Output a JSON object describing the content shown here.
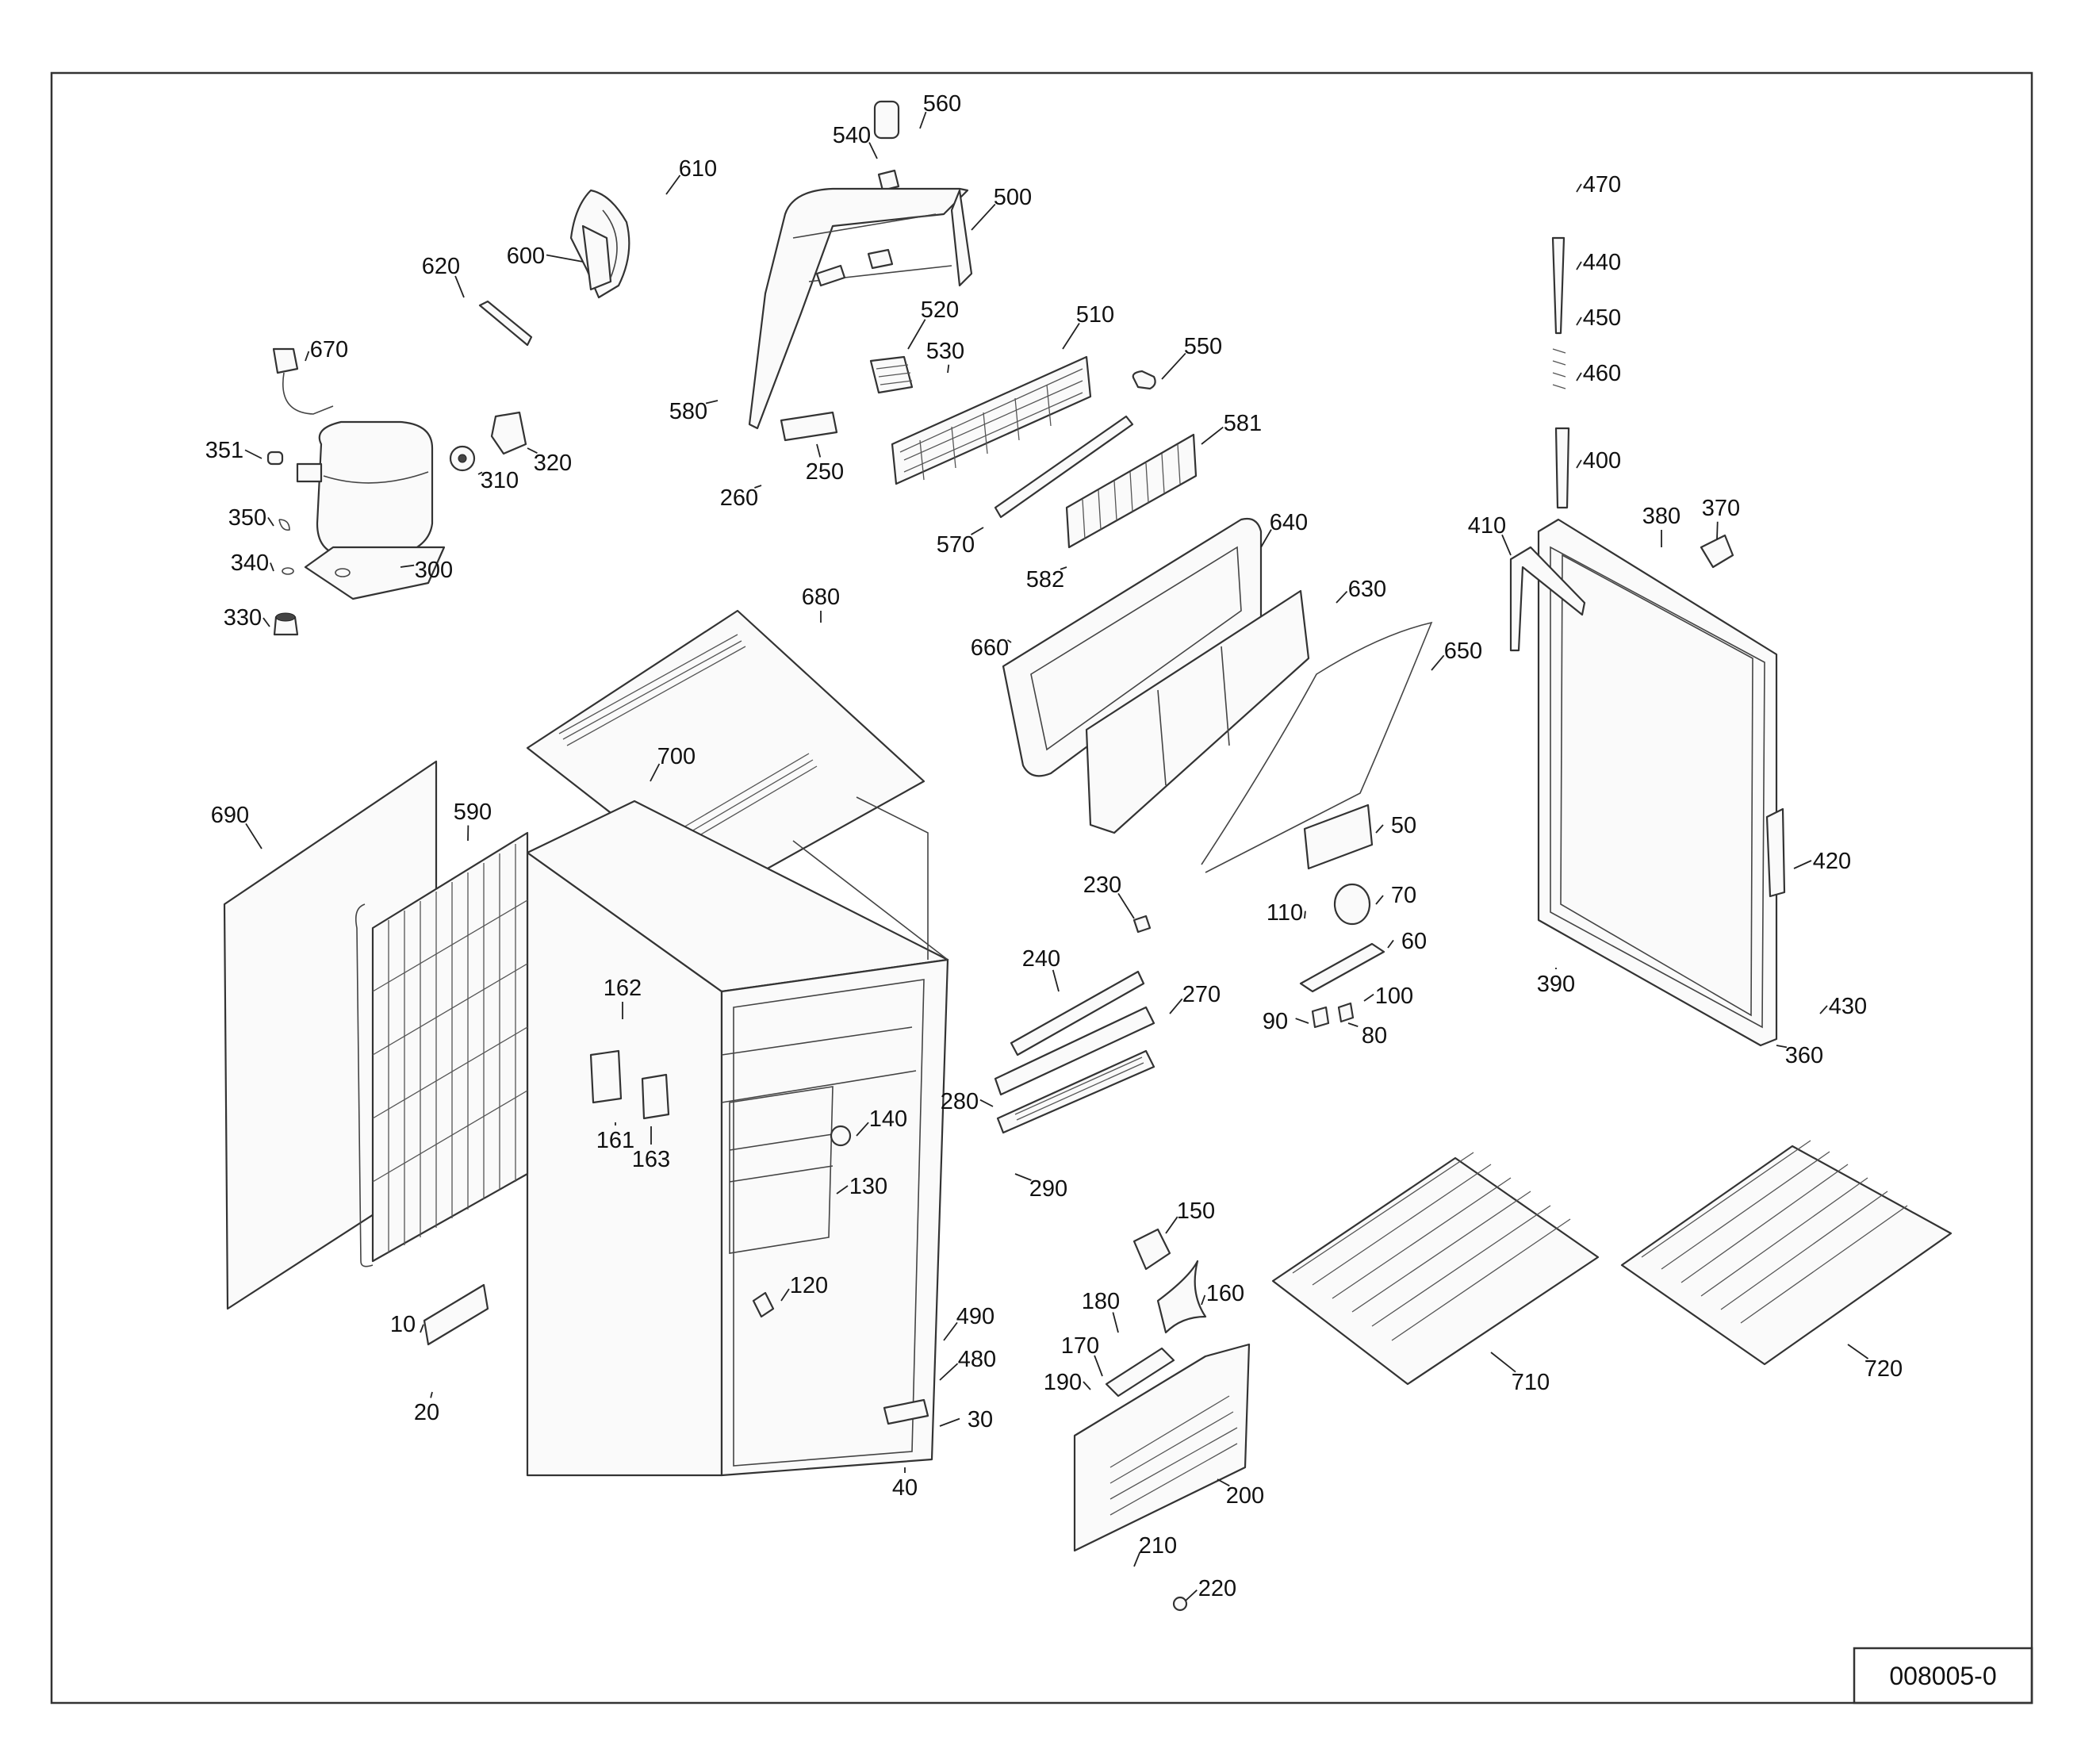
{
  "drawing_number": "008005-0",
  "labels": [
    {
      "id": "560",
      "text": "560"
    },
    {
      "id": "540",
      "text": "540"
    },
    {
      "id": "610",
      "text": "610"
    },
    {
      "id": "600",
      "text": "600"
    },
    {
      "id": "500",
      "text": "500"
    },
    {
      "id": "620",
      "text": "620"
    },
    {
      "id": "520",
      "text": "520"
    },
    {
      "id": "510",
      "text": "510"
    },
    {
      "id": "670",
      "text": "670"
    },
    {
      "id": "530",
      "text": "530"
    },
    {
      "id": "550",
      "text": "550"
    },
    {
      "id": "580",
      "text": "580"
    },
    {
      "id": "581",
      "text": "581"
    },
    {
      "id": "351",
      "text": "351"
    },
    {
      "id": "310",
      "text": "310"
    },
    {
      "id": "320",
      "text": "320"
    },
    {
      "id": "250",
      "text": "250"
    },
    {
      "id": "260",
      "text": "260"
    },
    {
      "id": "350",
      "text": "350"
    },
    {
      "id": "570",
      "text": "570"
    },
    {
      "id": "340",
      "text": "340"
    },
    {
      "id": "300",
      "text": "300"
    },
    {
      "id": "582",
      "text": "582"
    },
    {
      "id": "640",
      "text": "640"
    },
    {
      "id": "330",
      "text": "330"
    },
    {
      "id": "630",
      "text": "630"
    },
    {
      "id": "680",
      "text": "680"
    },
    {
      "id": "660",
      "text": "660"
    },
    {
      "id": "650",
      "text": "650"
    },
    {
      "id": "700",
      "text": "700"
    },
    {
      "id": "690",
      "text": "690"
    },
    {
      "id": "590",
      "text": "590"
    },
    {
      "id": "50",
      "text": "50"
    },
    {
      "id": "230",
      "text": "230"
    },
    {
      "id": "70",
      "text": "70"
    },
    {
      "id": "110",
      "text": "110"
    },
    {
      "id": "60",
      "text": "60"
    },
    {
      "id": "240",
      "text": "240"
    },
    {
      "id": "270",
      "text": "270"
    },
    {
      "id": "162",
      "text": "162"
    },
    {
      "id": "100",
      "text": "100"
    },
    {
      "id": "90",
      "text": "90"
    },
    {
      "id": "80",
      "text": "80"
    },
    {
      "id": "280",
      "text": "280"
    },
    {
      "id": "140",
      "text": "140"
    },
    {
      "id": "161",
      "text": "161"
    },
    {
      "id": "163",
      "text": "163"
    },
    {
      "id": "130",
      "text": "130"
    },
    {
      "id": "290",
      "text": "290"
    },
    {
      "id": "150",
      "text": "150"
    },
    {
      "id": "120",
      "text": "120"
    },
    {
      "id": "180",
      "text": "180"
    },
    {
      "id": "160",
      "text": "160"
    },
    {
      "id": "490",
      "text": "490"
    },
    {
      "id": "10",
      "text": "10"
    },
    {
      "id": "480",
      "text": "480"
    },
    {
      "id": "170",
      "text": "170"
    },
    {
      "id": "190",
      "text": "190"
    },
    {
      "id": "20",
      "text": "20"
    },
    {
      "id": "30",
      "text": "30"
    },
    {
      "id": "40",
      "text": "40"
    },
    {
      "id": "200",
      "text": "200"
    },
    {
      "id": "210",
      "text": "210"
    },
    {
      "id": "220",
      "text": "220"
    },
    {
      "id": "470",
      "text": "470"
    },
    {
      "id": "440",
      "text": "440"
    },
    {
      "id": "450",
      "text": "450"
    },
    {
      "id": "460",
      "text": "460"
    },
    {
      "id": "400",
      "text": "400"
    },
    {
      "id": "410",
      "text": "410"
    },
    {
      "id": "380",
      "text": "380"
    },
    {
      "id": "370",
      "text": "370"
    },
    {
      "id": "420",
      "text": "420"
    },
    {
      "id": "390",
      "text": "390"
    },
    {
      "id": "430",
      "text": "430"
    },
    {
      "id": "360",
      "text": "360"
    },
    {
      "id": "710",
      "text": "710"
    },
    {
      "id": "720",
      "text": "720"
    }
  ]
}
